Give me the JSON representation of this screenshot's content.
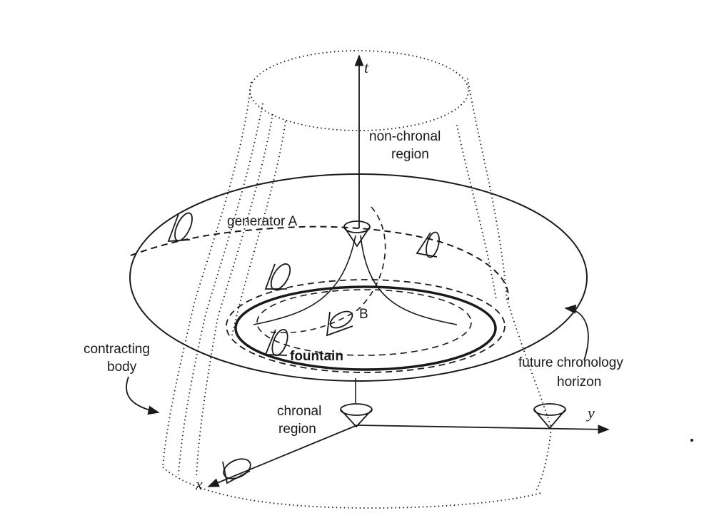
{
  "labels": {
    "t_axis": "t",
    "x_axis": "x",
    "y_axis": "y",
    "non_chronal_line1": "non-chronal",
    "non_chronal_line2": "region",
    "generator_a": "generator A",
    "point_b": "B",
    "fountain": "fountain",
    "contracting_line1": "contracting",
    "contracting_line2": "body",
    "chronal_line1": "chronal",
    "chronal_line2": "region",
    "future_line1": "future chronology",
    "future_line2": "horizon"
  }
}
